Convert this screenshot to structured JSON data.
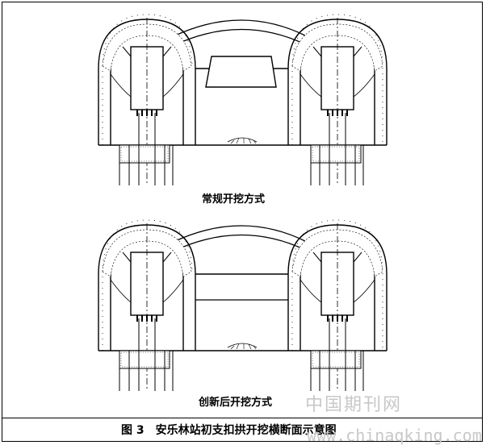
{
  "labels": {
    "top": "常规开挖方式",
    "bottom": "创新后开挖方式",
    "caption": "图 3　安乐林站初支扣拱开挖横断面示意图"
  },
  "watermark": {
    "cn": "中国期刊网",
    "url": "www.chinaqking.com"
  },
  "colors": {
    "line": "#000000",
    "fill": "#ffffff",
    "watermark": "#c8c8c8"
  }
}
